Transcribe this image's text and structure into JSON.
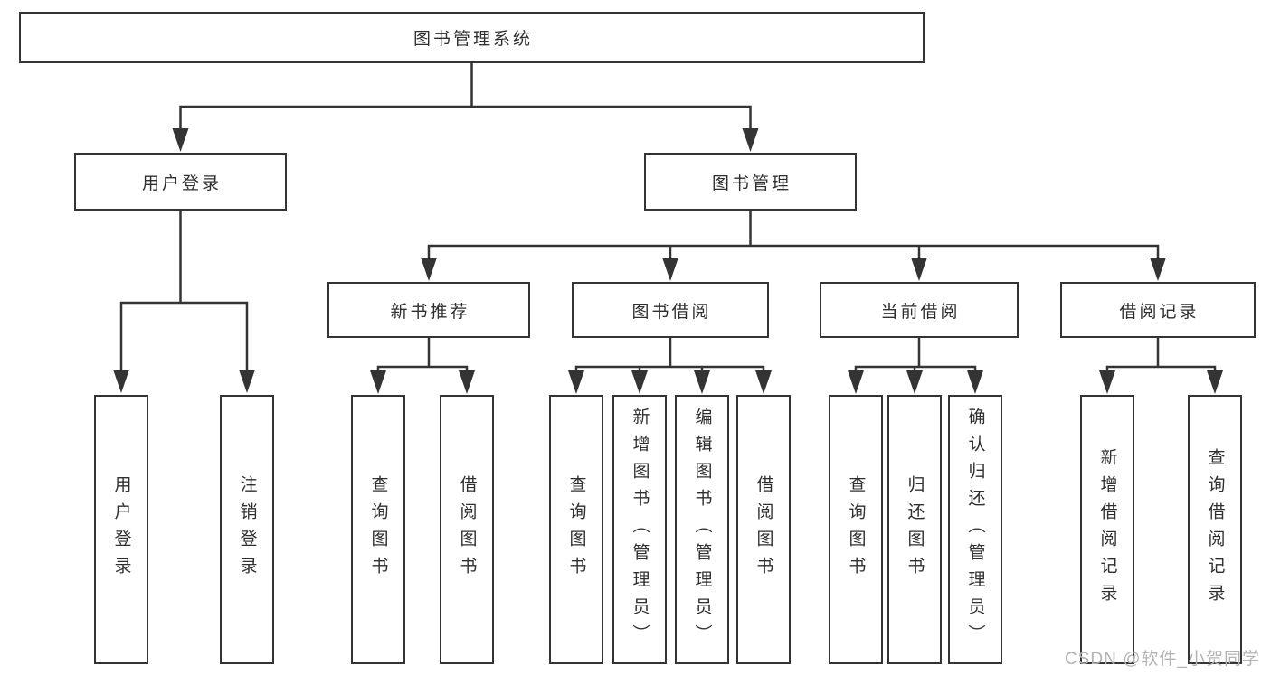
{
  "tree": {
    "label": "图书管理系统",
    "children": [
      {
        "label": "用户登录",
        "children": [
          {
            "label": "用户登录"
          },
          {
            "label": "注销登录"
          }
        ]
      },
      {
        "label": "图书管理",
        "children": [
          {
            "label": "新书推荐",
            "children": [
              {
                "label": "查询图书"
              },
              {
                "label": "借阅图书"
              }
            ]
          },
          {
            "label": "图书借阅",
            "children": [
              {
                "label": "查询图书"
              },
              {
                "label": "新增图书（管理员）"
              },
              {
                "label": "编辑图书（管理员）"
              },
              {
                "label": "借阅图书"
              }
            ]
          },
          {
            "label": "当前借阅",
            "children": [
              {
                "label": "查询图书"
              },
              {
                "label": "归还图书"
              },
              {
                "label": "确认归还（管理员）"
              }
            ]
          },
          {
            "label": "借阅记录",
            "children": [
              {
                "label": "新增借阅记录"
              },
              {
                "label": "查询借阅记录"
              }
            ]
          }
        ]
      }
    ]
  },
  "watermark": {
    "text": "CSDN @软件_小贺同学"
  },
  "colors": {
    "line": "#343434",
    "box_border": "#343434",
    "text": "#2f2f2f",
    "watermark": "#b3b3b3",
    "background": "#ffffff"
  }
}
